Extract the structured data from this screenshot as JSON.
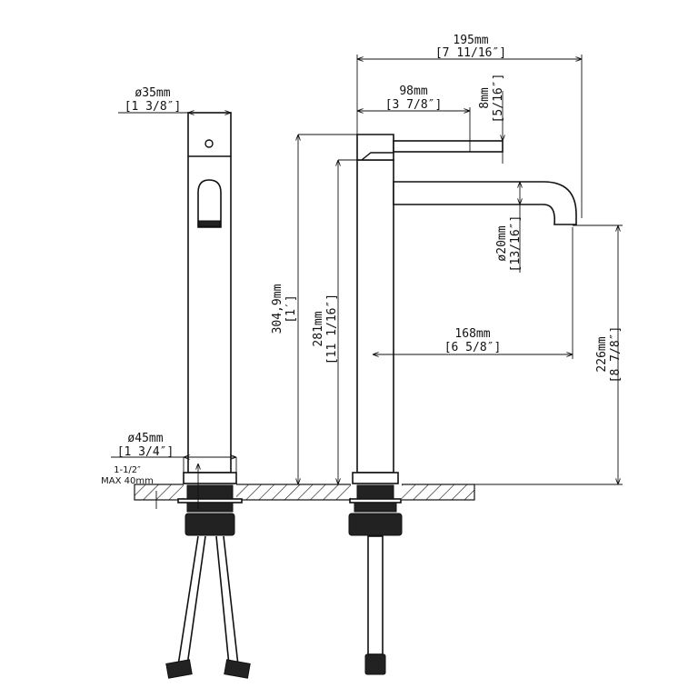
{
  "dimensions": {
    "top_diameter": {
      "mm": "ø35mm",
      "inch": "[1 3/8″]"
    },
    "base_diameter": {
      "mm": "ø45mm",
      "inch": "[1 3/4″]"
    },
    "max_counter": {
      "inch": "1-1/2″",
      "mm": "MAX 40mm"
    },
    "total_height": {
      "mm": "304,9mm",
      "inch": "[1′]"
    },
    "body_height": {
      "mm": "281mm",
      "inch": "[11 1/16″]"
    },
    "total_depth": {
      "mm": "195mm",
      "inch": "[7 11/16″]"
    },
    "handle_length": {
      "mm": "98mm",
      "inch": "[3 7/8″]"
    },
    "handle_thickness": {
      "mm": "8mm",
      "inch": "[5/16″]"
    },
    "spout_diameter": {
      "mm": "ø20mm",
      "inch": "[13/16″]"
    },
    "spout_reach": {
      "mm": "168mm",
      "inch": "[6 5/8″]"
    },
    "spout_height": {
      "mm": "226mm",
      "inch": "[8 7/8″]"
    }
  }
}
